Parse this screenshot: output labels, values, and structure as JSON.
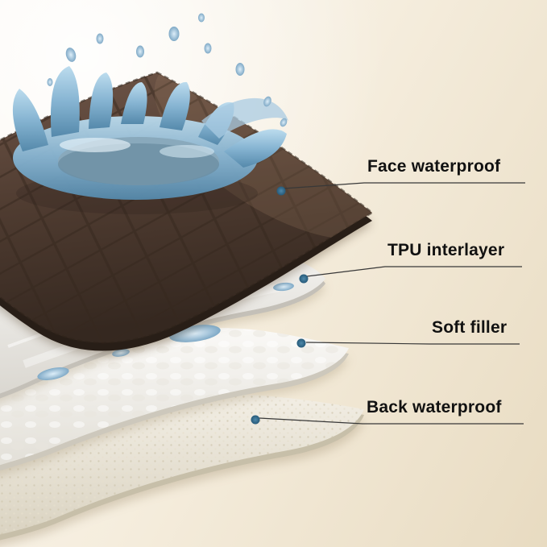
{
  "layers": [
    {
      "id": "face",
      "label": "Face waterproof",
      "color": "#5a4438",
      "marker_color": "#2e6585"
    },
    {
      "id": "tpu",
      "label": "TPU interlayer",
      "color": "#e9e7e1",
      "marker_color": "#2e6585"
    },
    {
      "id": "filler",
      "label": "Soft filler",
      "color": "#f5f3ee",
      "marker_color": "#2e6585"
    },
    {
      "id": "back",
      "label": "Back waterproof",
      "color": "#efe9dc",
      "marker_color": "#2e6585"
    }
  ],
  "colors": {
    "background_light": "#fbf8f2",
    "background_dark": "#e8dbc1",
    "label_text": "#111111",
    "callout_line": "#383838",
    "marker_dot": "#2e6585",
    "water": "#86b4d2",
    "face_layer_brown": "#4e3b30"
  }
}
